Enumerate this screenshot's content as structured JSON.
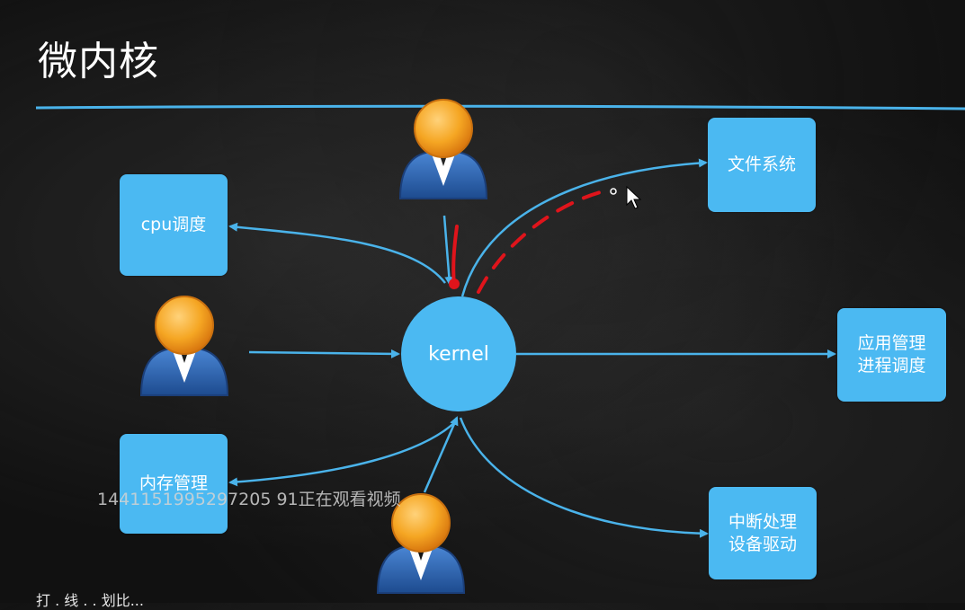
{
  "title": "微内核",
  "kernel": {
    "label": "kernel"
  },
  "nodes": {
    "cpu": "cpu调度",
    "mem": "内存管理",
    "fs": "文件系统",
    "app": [
      "应用管理",
      "进程调度"
    ],
    "irq": [
      "中断处理",
      "设备驱动"
    ]
  },
  "watermark": "1441151995297205 91正在观看视频",
  "footer": "打  . 线 . . 划比...",
  "colors": {
    "box": "#4bb9f2",
    "line": "#4ab3ea",
    "annotation": "#e0141b",
    "user_head": "#f29a1f",
    "user_body": "#2a5fa8"
  }
}
